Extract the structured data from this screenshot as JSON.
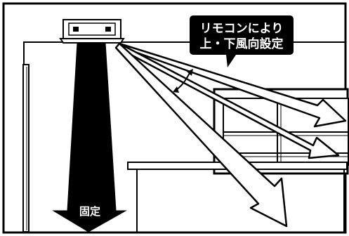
{
  "callout": {
    "line1": "リモコンにより",
    "line2": "上・下風向設定"
  },
  "fixed_label": "固定",
  "colors": {
    "ink": "#000000",
    "paper": "#ffffff",
    "callout_bg": "#000000",
    "callout_text": "#ffffff"
  }
}
